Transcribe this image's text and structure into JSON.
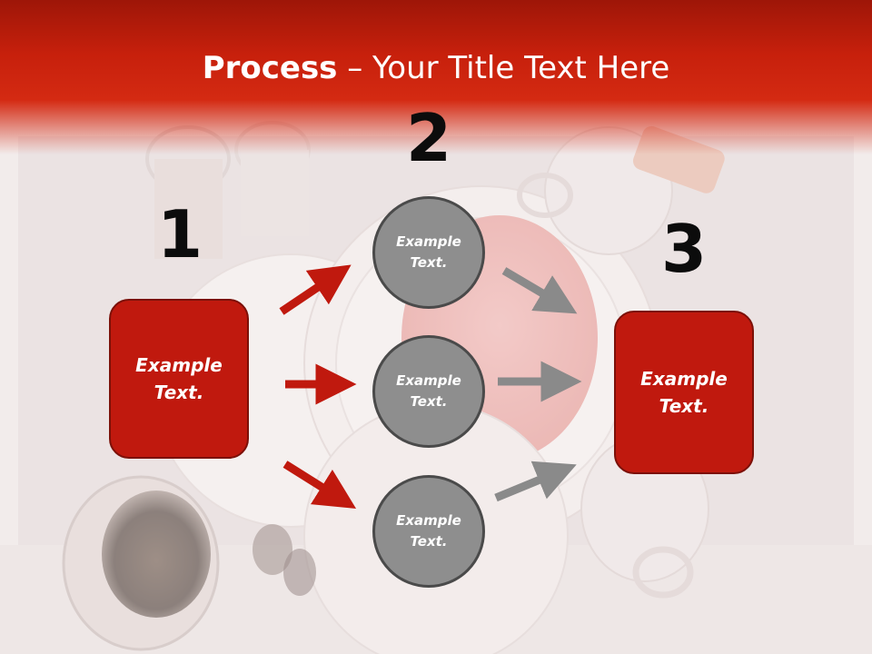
{
  "slide": {
    "title_bold": "Process",
    "title_rest": " – Your Title Text Here"
  },
  "steps": {
    "num1": "1",
    "num2": "2",
    "num3": "3",
    "box_left": "Example\nText.",
    "box_right": "Example\nText.",
    "circle_top": "Example\nText.",
    "circle_middle": "Example\nText.",
    "circle_bottom": "Example\nText."
  },
  "colors": {
    "header_red": "#c7200c",
    "box_red": "#c0190e",
    "circle_gray": "#8e8e8e",
    "arrow_red": "#c0190e",
    "arrow_gray": "#8a8a8a"
  },
  "icons": {
    "arrows": "right-arrow-icon"
  }
}
